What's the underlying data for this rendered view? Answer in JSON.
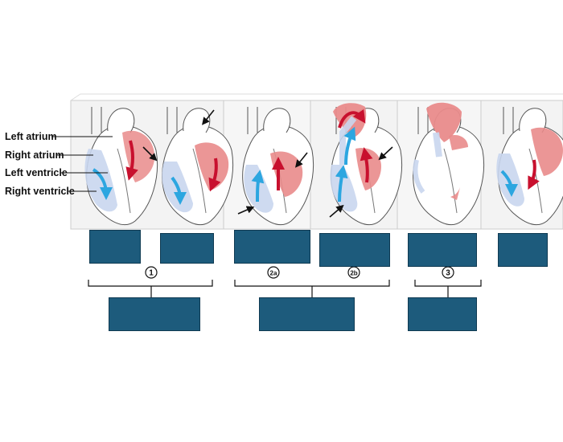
{
  "labels": {
    "left_atrium": "Left atrium",
    "right_atrium": "Right atrium",
    "left_ventricle": "Left ventricle",
    "right_ventricle": "Right ventricle"
  },
  "phases": {
    "p1": "1",
    "p2a": "2a",
    "p2b": "2b",
    "p3": "3"
  },
  "colors": {
    "answer_box": "#1d5b7c",
    "oxygenated_blood": "#e98b8b",
    "deoxygenated_blood": "#c9d6ee",
    "red_arrow": "#c8102e",
    "blue_arrow": "#2ca6e0"
  }
}
